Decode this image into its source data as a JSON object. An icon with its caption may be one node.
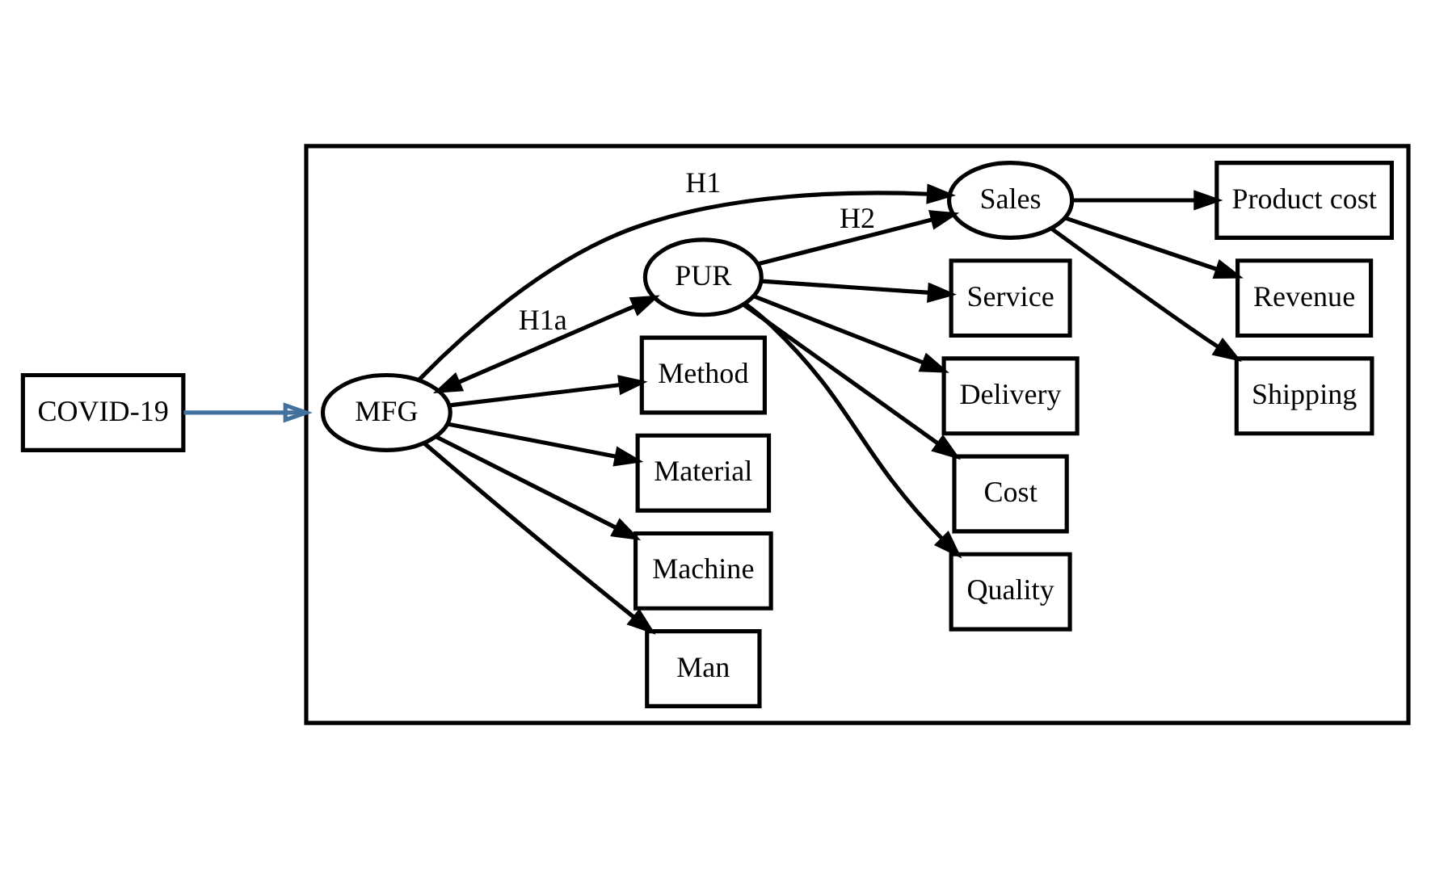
{
  "diagram": {
    "nodes": [
      {
        "text": [
          "COVID-19"
        ]
      },
      {
        "text": [],
        "shape": "box"
      },
      {
        "text": [
          "MFG"
        ],
        "in": 1
      },
      {
        "text": [
          "Man"
        ],
        "in": 1
      },
      {
        "text": [
          "Machine"
        ],
        "in": 1
      },
      {
        "text": [
          "Material"
        ],
        "in": 1
      },
      {
        "text": [
          "Method"
        ],
        "in": 1
      },
      {
        "text": [
          "PUR"
        ],
        "in": 1
      },
      {
        "text": [
          "Quality"
        ],
        "in": 1
      },
      {
        "text": [
          "Cost"
        ],
        "in": 1
      },
      {
        "text": [
          "Delivery"
        ],
        "in": 1
      },
      {
        "text": [
          "Service"
        ],
        "in": 1
      },
      {
        "text": [
          "Sales"
        ],
        "in": 1
      },
      {
        "text": [
          "Shipping"
        ],
        "in": 1
      },
      {
        "text": [
          "Revenue"
        ],
        "in": 1
      },
      {
        "text": [
          "Product cost"
        ],
        "in": 1
      }
    ],
    "edges": [
      {
        "from": 0,
        "to": 1,
        "arrow": "to",
        "color": "#41719c"
      },
      {
        "from": 2,
        "to": 3,
        "arrow": "to"
      },
      {
        "from": 2,
        "to": 4,
        "arrow": "to"
      },
      {
        "from": 2,
        "to": 5,
        "arrow": "to"
      },
      {
        "from": 2,
        "to": 6,
        "arrow": "to"
      },
      {
        "from": 2,
        "to": 7,
        "arrow": "both",
        "label": "H1a"
      },
      {
        "from": 7,
        "to": 8,
        "arrow": "to"
      },
      {
        "from": 7,
        "to": 9,
        "arrow": "to"
      },
      {
        "from": 7,
        "to": 10,
        "arrow": "to"
      },
      {
        "from": 7,
        "to": 11,
        "arrow": "to"
      },
      {
        "from": 2,
        "to": 12,
        "arrow": "to",
        "label": "H1"
      },
      {
        "from": 7,
        "to": 12,
        "arrow": "to",
        "label": "H2"
      },
      {
        "from": 12,
        "to": 13,
        "arrow": "to"
      },
      {
        "from": 12,
        "to": 14,
        "arrow": "to"
      },
      {
        "from": 12,
        "to": 15,
        "arrow": "to"
      }
    ]
  }
}
